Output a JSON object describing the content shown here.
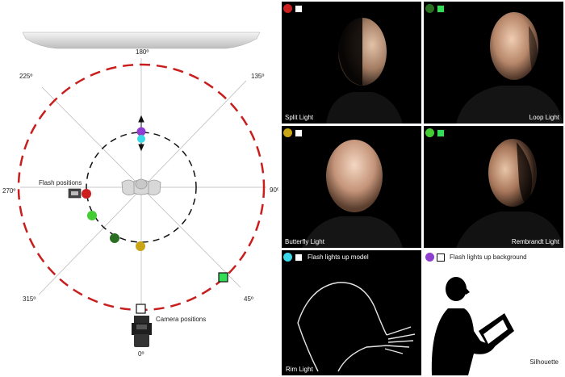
{
  "diagram": {
    "angles": {
      "a180": "180º",
      "a225": "225º",
      "a135": "135º",
      "a270": "270º",
      "a90": "90º",
      "a315": "315º",
      "a45": "45º",
      "a0": "0º"
    },
    "flash_positions_label": "Flash positions",
    "camera_positions_label": "Camera positions",
    "colors": {
      "red": "#cc1f1f",
      "green_light": "#44cc33",
      "green_dark": "#2a6e22",
      "gold": "#c9a515",
      "cyan": "#3ad8e8",
      "purple": "#8e3fd0",
      "square_green": "#33dd55",
      "dashed_red": "#c81e1e"
    }
  },
  "panels": [
    {
      "id": "split",
      "label": "Split Light",
      "dot_color": "#cc1f1f",
      "square_color": "#ffffff"
    },
    {
      "id": "loop",
      "label": "Loop Light",
      "dot_color": "#2a6e22",
      "square_color": "#33dd55"
    },
    {
      "id": "butterfly",
      "label": "Butterfly Light",
      "dot_color": "#c9a515",
      "square_color": "#ffffff"
    },
    {
      "id": "rembrandt",
      "label": "Rembrandt Light",
      "dot_color": "#44cc33",
      "square_color": "#33dd55"
    },
    {
      "id": "rim",
      "label": "Rim Light",
      "dot_color": "#3ad8e8",
      "square_color": "#ffffff",
      "legend": "Flash lights up model"
    },
    {
      "id": "silhouette",
      "label": "Silhouette",
      "dot_color": "#8e3fd0",
      "square_color": "#ffffff",
      "legend": "Flash lights up background"
    }
  ]
}
